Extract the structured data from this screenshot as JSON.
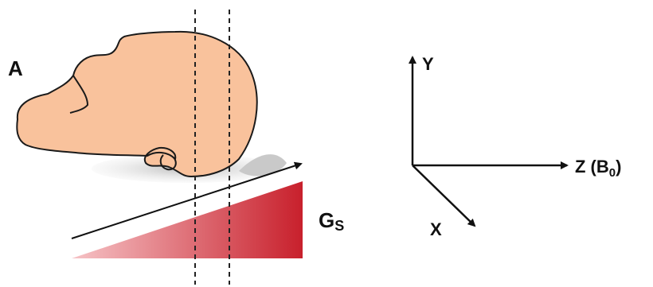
{
  "panel_label": "A",
  "gradient_label": {
    "main": "G",
    "subscript": "S"
  },
  "axes": {
    "y_label": "Y",
    "x_label": "X",
    "z_label": {
      "main": "Z (B",
      "subscript": "0",
      "close": ")"
    }
  },
  "colors": {
    "skin": "#f9c29c",
    "outline": "#1a1a1a",
    "shadow": "#c7c7c7",
    "gradient_dark": "#c8202c",
    "gradient_light": "#f6c3c6",
    "slice_lines": "#222222"
  }
}
